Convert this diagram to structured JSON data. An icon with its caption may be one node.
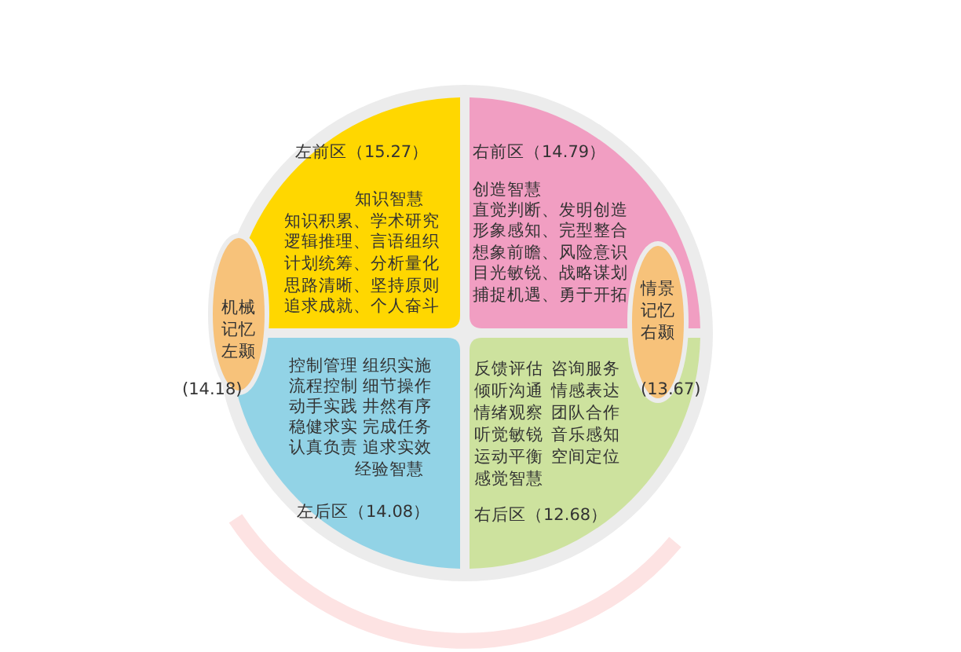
{
  "diagram": {
    "nodes": [
      {
        "text": [
          "左前区（15.27）",
          "知识智慧",
          "知识积累、学术研究",
          "逻辑推理、言语组织",
          "计划统筹、分析量化",
          "思路清晰、坚持原则",
          "追求成就、个人奋斗"
        ]
      },
      {
        "text": [
          "右前区（14.79）",
          "创造智慧",
          "直觉判断、发明创造",
          "形象感知、完型整合",
          "想象前瞻、风险意识",
          "目光敏锐、战略谋划",
          "捕捉机遇、勇于开拓"
        ]
      },
      {
        "text": [
          "机械记忆左颞",
          "(14.18)"
        ]
      },
      {
        "text": [
          "情景记忆右颞",
          "(13.67)"
        ]
      },
      {
        "text": [
          "控制管理",
          "组织实施",
          "流程控制",
          "细节操作",
          "动手实践",
          "井然有序",
          "稳健求实",
          "完成任务",
          "认真负责",
          "追求实效",
          "经验智慧",
          "左后区（14.08）"
        ]
      },
      {
        "text": [
          "反馈评估",
          "咨询服务",
          "倾听沟通",
          "情感表达",
          "情绪观察",
          "团队合作",
          "听觉敏锐",
          "音乐感知",
          "运动平衡",
          "空间定位",
          "感觉智慧",
          "右后区（12.68）"
        ]
      }
    ]
  }
}
